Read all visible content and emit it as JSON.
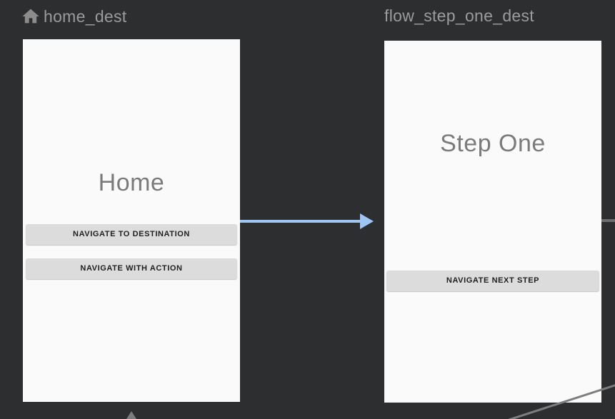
{
  "editor": {
    "view": "navigation-graph-canvas"
  },
  "destinations": [
    {
      "name": "home_dest",
      "icon": "home-icon",
      "is_start_destination": true,
      "title": "Home",
      "buttons": [
        "NAVIGATE TO DESTINATION",
        "NAVIGATE WITH ACTION"
      ]
    },
    {
      "name": "flow_step_one_dest",
      "title": "Step One",
      "buttons": [
        "NAVIGATE NEXT STEP"
      ]
    }
  ],
  "edges": [
    {
      "from": "home_dest",
      "to": "flow_step_one_dest",
      "style": "highlighted-blue-arrow"
    },
    {
      "from": "flow_step_one_dest",
      "to": "offscreen-right",
      "style": "gray-stub"
    },
    {
      "from": "offscreen-bottom-right",
      "to": "offscreen",
      "style": "gray-diagonal"
    },
    {
      "from": "offscreen-bottom",
      "to": "home_dest",
      "style": "gray-arrowhead-up"
    }
  ],
  "colors": {
    "canvas_bg": "#2c2e30",
    "card_bg": "#fafafa",
    "header_text": "#9b9b9b",
    "screen_title_text": "#7b7b7b",
    "button_bg": "#dcdcdc",
    "button_text": "#1f1f1f",
    "action_arrow_blue": "#9fc5f3",
    "edge_gray": "#6f6f6f"
  }
}
